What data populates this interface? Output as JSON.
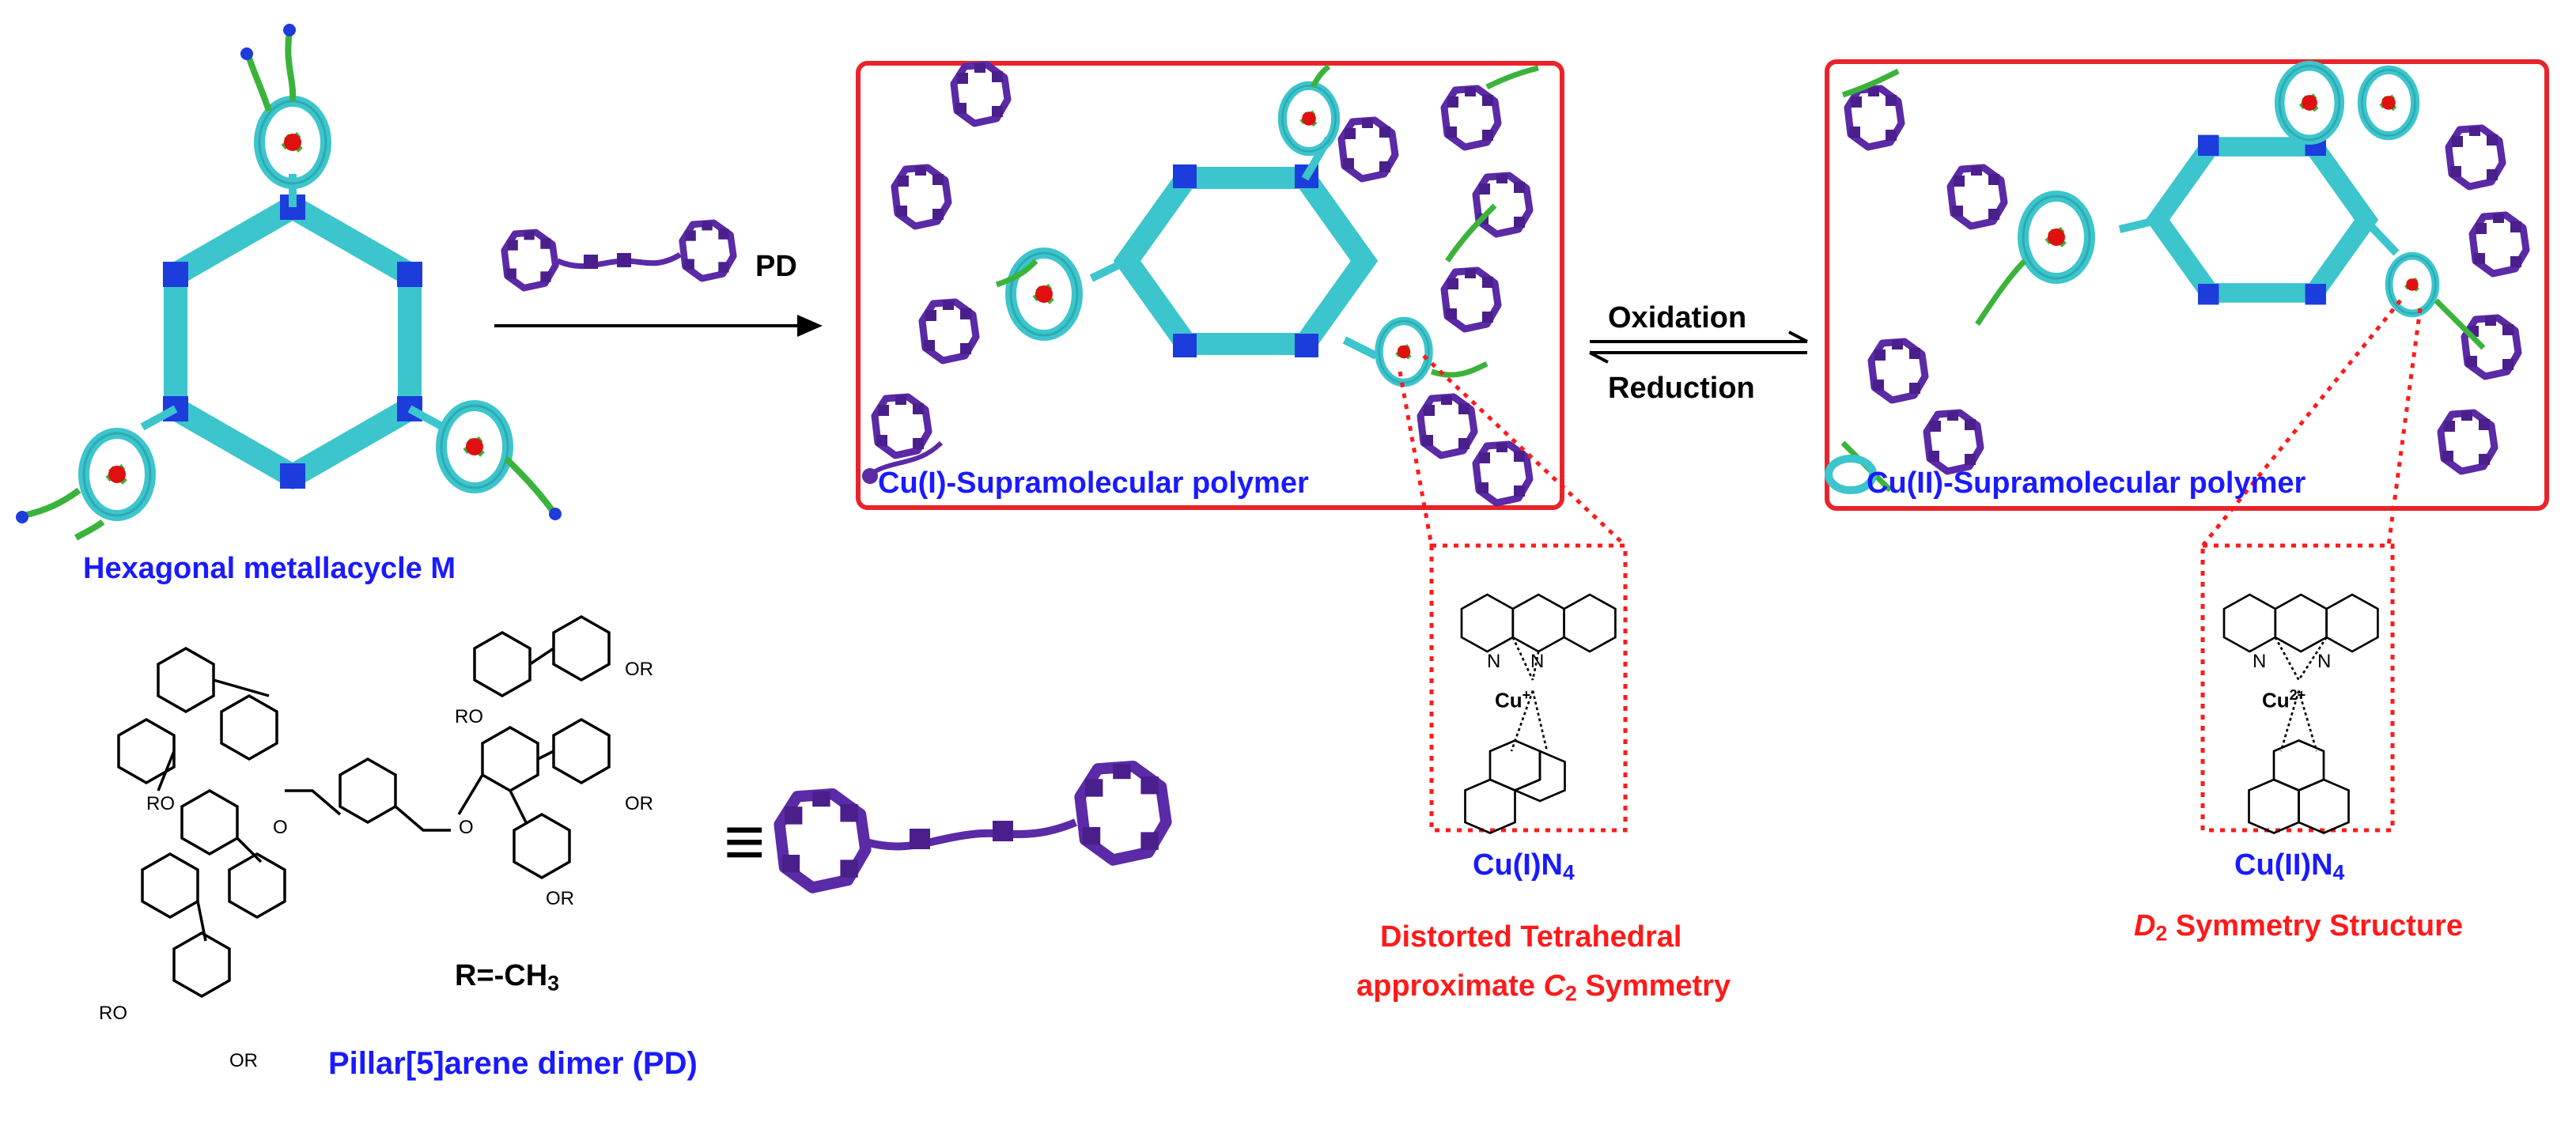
{
  "colors": {
    "frame_red": "#e8242a",
    "label_blue": "#1a1aff",
    "label_red": "#ff1a1a",
    "ring_cyan": "#3cc5cc",
    "nitrogen_blue": "#1c3cdc",
    "polymer_purple": "#5b2aa6",
    "linker_green": "#3bb33b",
    "copper_red": "#e01010"
  },
  "labels": {
    "metallacycle": "Hexagonal metallacycle M",
    "pd_arrow": "PD",
    "cu1_polymer": "Cu(I)-Supramolecular polymer",
    "cu2_polymer": "Cu(II)-Supramolecular polymer",
    "oxidation": "Oxidation",
    "reduction": "Reduction",
    "cu1n4_main": "Cu(I)N",
    "cu2n4_main": "Cu(II)N",
    "n4_sub": "4",
    "cu1_geom_line1": "Distorted Tetrahedral",
    "cu1_geom_line2_pre": "approximate ",
    "cu1_geom_c": "C",
    "cu1_geom_sub": "2",
    "cu1_geom_post": " Symmetry",
    "cu2_geom_d": "D",
    "cu2_geom_sub": "2",
    "cu2_geom_post": " Symmetry Structure",
    "pd_name": "Pillar[5]arene dimer (PD)",
    "r_def_pre": "R=-CH",
    "r_def_sub": "3",
    "equiv": "≡"
  },
  "chem": {
    "ro": "RO",
    "or": "OR",
    "o": "O",
    "n": "N",
    "cu_plus": "Cu",
    "plus": "+",
    "two_plus": "2+"
  }
}
